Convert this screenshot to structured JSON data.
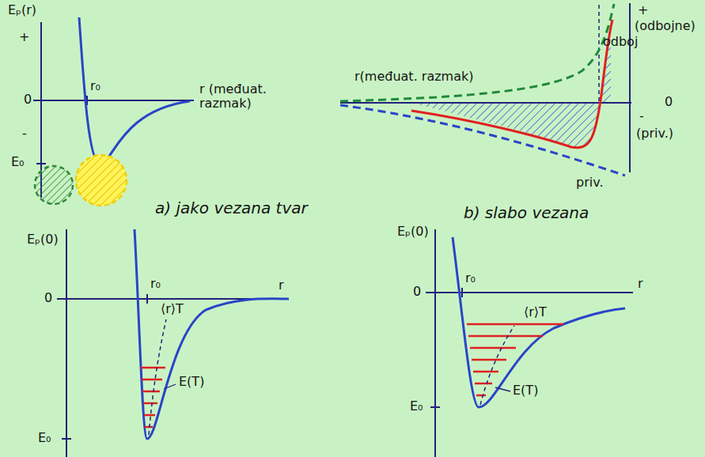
{
  "diagram": {
    "labels": [
      "Eₚ(r)",
      "+",
      "0",
      "-",
      "r₀",
      "E₀",
      "r (međuat. razmak)",
      "r(međuat. razmak)",
      "+",
      "(odbojne)",
      "odboj",
      "0",
      "-",
      "(priv.)",
      "priv.",
      "a) jako vezana tvar",
      "b) slabo vezana",
      "Eₚ(0)",
      "0",
      "r₀",
      "r",
      "⟨r⟩T",
      "E(T)",
      "E₀",
      "Eₚ(0)",
      "0",
      "r₀",
      "r",
      "⟨r⟩T",
      "E(T)",
      "E₀"
    ]
  }
}
